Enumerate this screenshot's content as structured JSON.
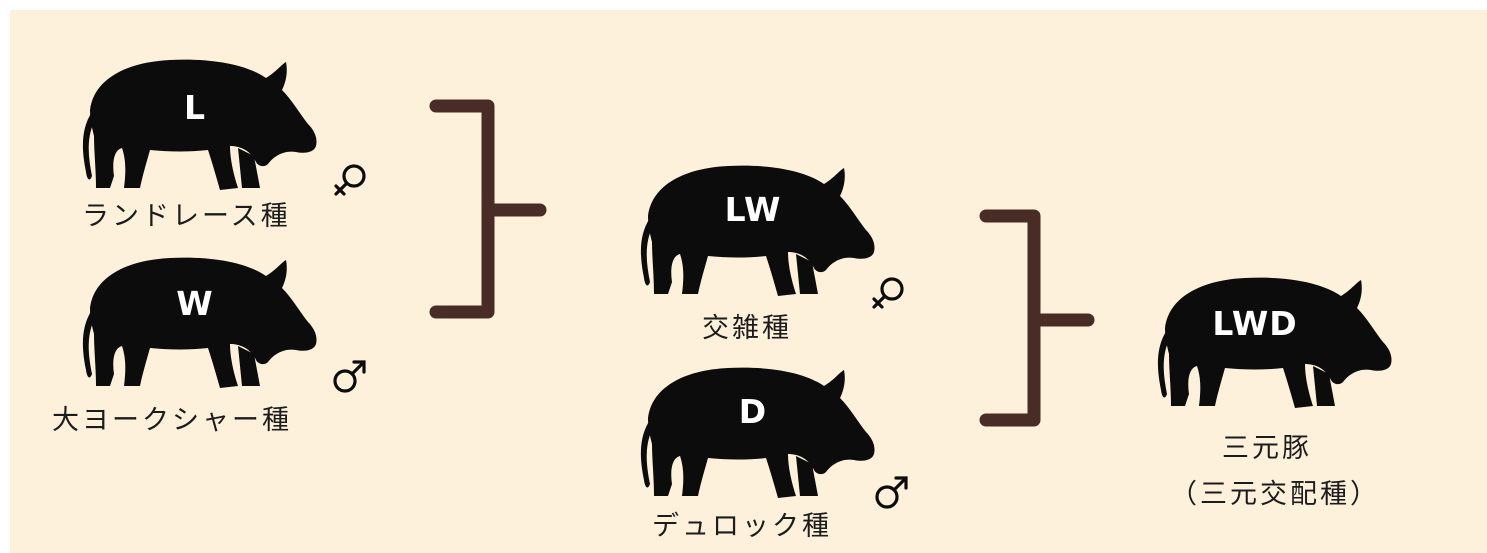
{
  "colors": {
    "background": "#fdf1dc",
    "pig": "#0c0c0c",
    "bracket": "#4a2c26",
    "text": "#1c1c1c"
  },
  "pigs": {
    "landrace": {
      "code": "L",
      "label": "ランドレース種",
      "sex_icon": "female-icon"
    },
    "yorkshire": {
      "code": "W",
      "label": "大ヨークシャー種",
      "sex_icon": "male-icon"
    },
    "crossbreed": {
      "code": "LW",
      "label": "交雑種",
      "sex_icon": "female-icon"
    },
    "duroc": {
      "code": "D",
      "label": "デュロック種",
      "sex_icon": "male-icon"
    },
    "three_way": {
      "code": "LWD",
      "label_line1": "三元豚",
      "label_line2": "（三元交配種）"
    }
  }
}
